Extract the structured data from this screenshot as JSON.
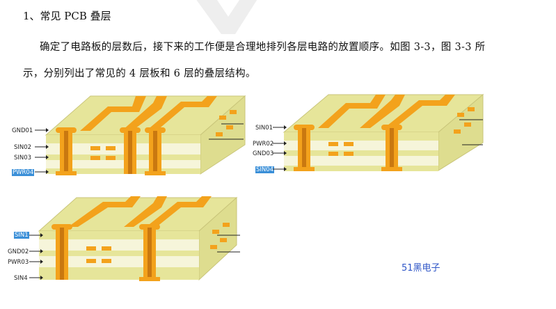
{
  "heading": "1、常见 PCB 叠层",
  "paragraph_line1": "确定了电路板的层数后，接下来的工作便是合理地排列各层电路的放置顺序。如图 3-3，图 3-3 所",
  "paragraph_line2": "示，分别列出了常见的 4 层板和 6 层的叠层结构。",
  "diagram1": {
    "labels": [
      "GND01",
      "SIN02",
      "SIN03",
      "PWR04"
    ],
    "highlighted": "PWR04"
  },
  "diagram2": {
    "labels": [
      "SIN01",
      "PWR02",
      "GND03",
      "SIN04"
    ],
    "highlighted": "SIN04"
  },
  "diagram3": {
    "labels": [
      "SIN1",
      "GND02",
      "PWR03",
      "SIN4"
    ],
    "highlighted": "SIN1"
  },
  "brand": "51黑电子",
  "colors": {
    "board_top": "#e6e59a",
    "board_core": "#f4f3c6",
    "copper": "#f3a21c",
    "copper_dark": "#c97810",
    "highlight": "#3a8fd8",
    "brand": "#2f56c7"
  }
}
